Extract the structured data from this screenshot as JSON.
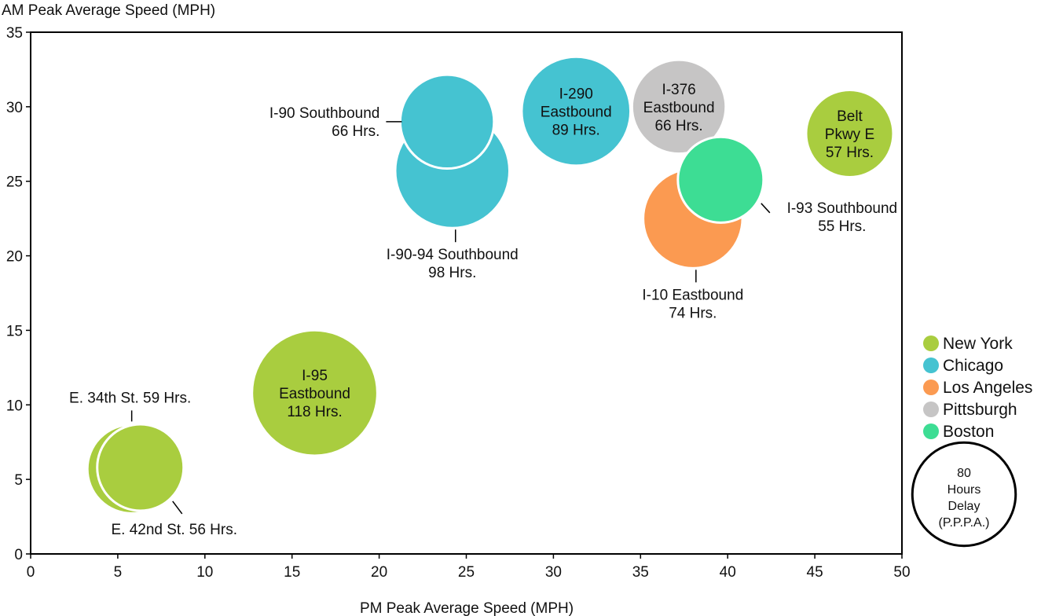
{
  "chart_data": {
    "type": "bubble",
    "title": "",
    "xlabel": "PM Peak Average Speed (MPH)",
    "ylabel": "AM Peak Average Speed (MPH)",
    "xlim": [
      0,
      50
    ],
    "ylim": [
      0,
      35
    ],
    "x_ticks": [
      0,
      5,
      10,
      15,
      20,
      25,
      30,
      35,
      40,
      45,
      50
    ],
    "y_ticks": [
      0,
      5,
      10,
      15,
      20,
      25,
      30,
      35
    ],
    "grid": false,
    "legend_position": "right",
    "size_field": "Hours Delay (P.P.P.A.)",
    "legend": [
      {
        "name": "New York",
        "color": "#a9cd3f"
      },
      {
        "name": "Chicago",
        "color": "#45c3d1"
      },
      {
        "name": "Los Angeles",
        "color": "#fb9a51"
      },
      {
        "name": "Pittsburgh",
        "color": "#c6c5c5"
      },
      {
        "name": "Boston",
        "color": "#3ddd94"
      }
    ],
    "size_key": {
      "value": 80,
      "lines": [
        "80",
        "Hours",
        "Delay",
        "(P.P.P.A.)"
      ]
    },
    "points": [
      {
        "x": 47.0,
        "y": 28.2,
        "hours": 57,
        "group": "New York",
        "label_lines": [
          "Belt",
          "Pkwy E",
          "57 Hrs."
        ],
        "label_pos": "inside"
      },
      {
        "x": 24.2,
        "y": 25.7,
        "hours": 98,
        "group": "Chicago",
        "label_lines": [
          "I-90-94 Southbound",
          "98 Hrs."
        ],
        "label_pos": "below"
      },
      {
        "x": 23.9,
        "y": 29.0,
        "hours": 66,
        "group": "Chicago",
        "label_lines": [
          "I-90 Southbound",
          "66 Hrs."
        ],
        "label_pos": "left"
      },
      {
        "x": 31.3,
        "y": 29.7,
        "hours": 89,
        "group": "Chicago",
        "label_lines": [
          "I-290",
          "Eastbound",
          "89 Hrs."
        ],
        "label_pos": "inside"
      },
      {
        "x": 37.2,
        "y": 30.0,
        "hours": 66,
        "group": "Pittsburgh",
        "label_lines": [
          "I-376",
          "Eastbound",
          "66 Hrs."
        ],
        "label_pos": "inside"
      },
      {
        "x": 38.0,
        "y": 22.5,
        "hours": 74,
        "group": "Los Angeles",
        "label_lines": [
          "I-10 Eastbound",
          "74 Hrs."
        ],
        "label_pos": "below"
      },
      {
        "x": 39.6,
        "y": 25.1,
        "hours": 55,
        "group": "Boston",
        "label_lines": [
          "I-93 Southbound",
          "55 Hrs."
        ],
        "label_pos": "right"
      },
      {
        "x": 16.3,
        "y": 10.8,
        "hours": 118,
        "group": "New York",
        "label_lines": [
          "I-95",
          "Eastbound",
          "118 Hrs."
        ],
        "label_pos": "inside"
      },
      {
        "x": 5.8,
        "y": 5.7,
        "hours": 59,
        "group": "New York",
        "label_lines": [
          "E. 34th St. 59 Hrs."
        ],
        "label_pos": "above"
      },
      {
        "x": 6.3,
        "y": 5.8,
        "hours": 56,
        "group": "New York",
        "label_lines": [
          "E. 42nd St. 56 Hrs."
        ],
        "label_pos": "below-right"
      }
    ]
  }
}
